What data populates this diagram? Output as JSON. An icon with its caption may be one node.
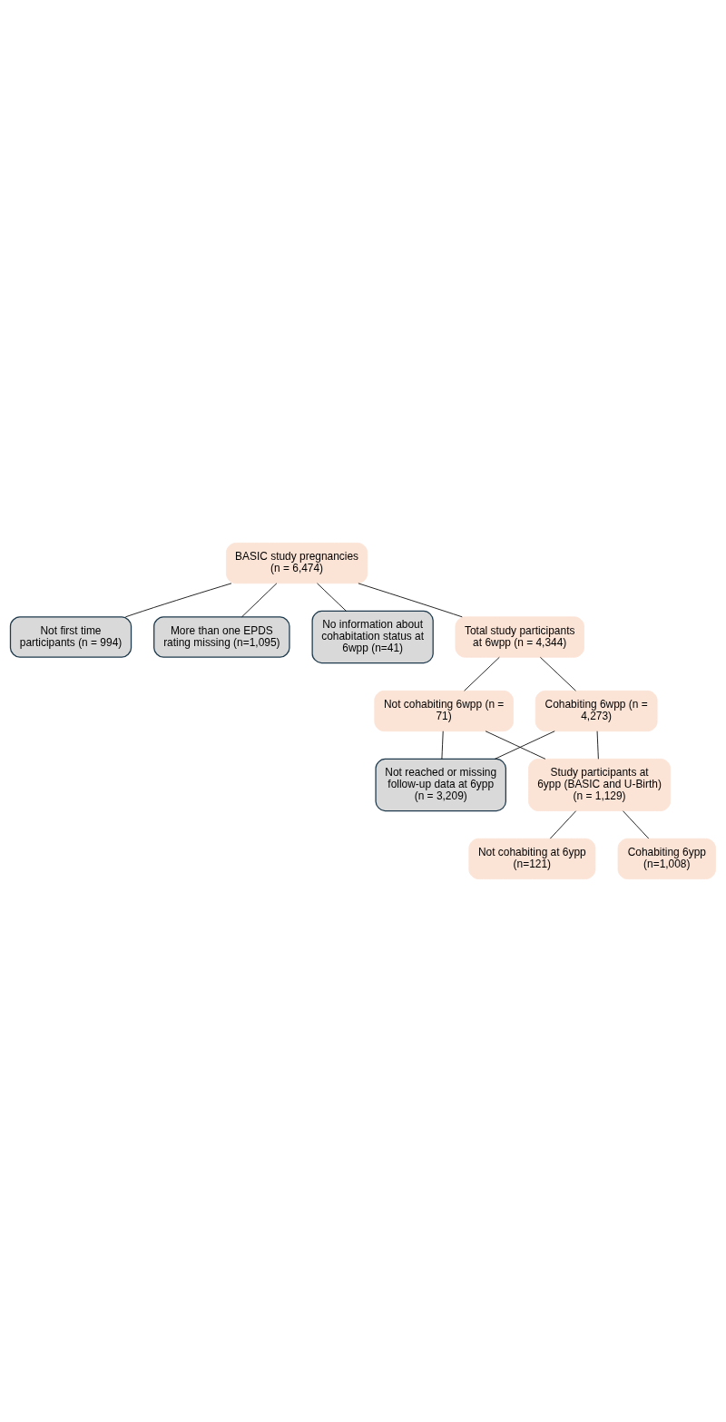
{
  "diagram": {
    "nodes": [
      {
        "text": [
          "BASIC study pregnancies (n = 6,474)"
        ]
      },
      {
        "text": [
          "Not first time participants (n = 994)"
        ]
      },
      {
        "text": [
          "More than one EPDS rating missing (n=1,095)"
        ]
      },
      {
        "text": [
          "No information about cohabitation status at 6wpp (n=41)"
        ]
      },
      {
        "text": [
          "Total study participants at 6wpp (n = 4,344)"
        ]
      },
      {
        "text": [
          "Not cohabiting 6wpp (n = 71)"
        ]
      },
      {
        "text": [
          "Cohabiting 6wpp (n = 4,273)"
        ]
      },
      {
        "text": [
          "Not reached or missing follow-up data at 6ypp (n = 3,209)"
        ]
      },
      {
        "text": [
          "Study participants at 6ypp (BASIC and U-Birth) (n = 1,129)"
        ]
      },
      {
        "text": [
          "Not cohabiting at 6ypp (n=121)"
        ]
      },
      {
        "text": [
          "Cohabiting 6ypp (n=1,008)"
        ]
      }
    ],
    "edges": [
      {
        "from": 0,
        "to": 1,
        "arrow": "none"
      },
      {
        "from": 0,
        "to": 2,
        "arrow": "none"
      },
      {
        "from": 0,
        "to": 3,
        "arrow": "none"
      },
      {
        "from": 0,
        "to": 4,
        "arrow": "none"
      },
      {
        "from": 4,
        "to": 5,
        "arrow": "none"
      },
      {
        "from": 4,
        "to": 6,
        "arrow": "none"
      },
      {
        "from": 5,
        "to": 7,
        "arrow": "none"
      },
      {
        "from": 6,
        "to": 7,
        "arrow": "none"
      },
      {
        "from": 5,
        "to": 8,
        "arrow": "none"
      },
      {
        "from": 6,
        "to": 8,
        "arrow": "none"
      },
      {
        "from": 8,
        "to": 9,
        "arrow": "none"
      },
      {
        "from": 8,
        "to": 10,
        "arrow": "none"
      }
    ]
  }
}
